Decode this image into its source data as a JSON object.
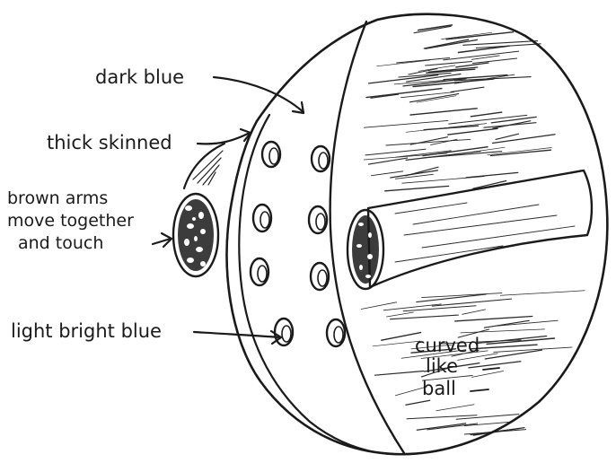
{
  "labels": {
    "dark_blue": "dark blue",
    "thick_skinned": "thick skinned",
    "brown_arms_line1": "brown arms",
    "brown_arms_line2": "move together",
    "brown_arms_line3": "and touch",
    "light_bright_blue": "light bright blue",
    "curved_line1": "curved",
    "curved_line2": "like",
    "curved_line3": "ball"
  },
  "colors": {
    "ink": "#1a1a1a",
    "paper": "#ffffff"
  }
}
